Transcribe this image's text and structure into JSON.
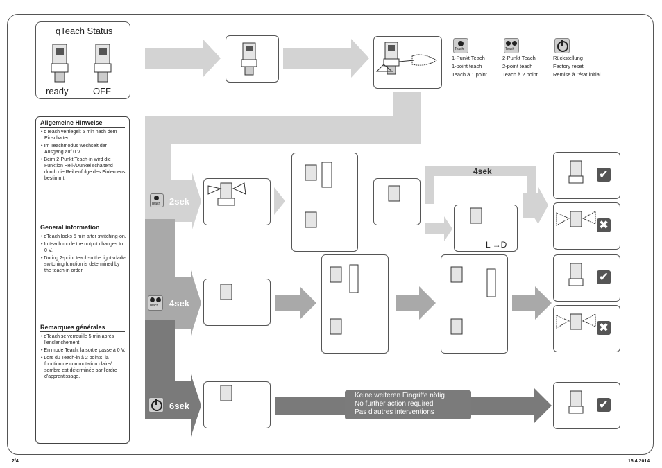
{
  "status": {
    "title": "qTeach Status",
    "ready": "ready",
    "off": "OFF"
  },
  "legend": {
    "one_point": {
      "icon": "teach-button-one-dot-icon",
      "icon_label": "Teach",
      "de": "1-Punkt Teach",
      "en": "1-point teach",
      "fr": "Teach à 1 point"
    },
    "two_point": {
      "icon": "teach-button-two-dots-icon",
      "icon_label": "Teach",
      "de": "2-Punkt Teach",
      "en": "2-point teach",
      "fr": "Teach à 2 point"
    },
    "reset": {
      "icon": "power-reset-icon",
      "de": "Rückstellung",
      "en": "Factory reset",
      "fr": "Remise à l'état initial"
    }
  },
  "info": {
    "de": {
      "title": "Allgemeine Hinweise",
      "items": [
        "qTeach verriegelt 5 min nach dem Einschalten.",
        "Im Teachmodus wechselt der Ausgang auf 0 V.",
        "Beim 2-Punkt Teach-in wird die Funktion Hell-/Dunkel schaltend durch die Reihenfolge des Einlernens bestimmt."
      ]
    },
    "en": {
      "title": "General information",
      "items": [
        "qTeach locks 5 min after switching-on.",
        "In teach mode the output changes to 0 V.",
        "During 2-point teach-in the light-/dark-switching function is determined by the teach-in order."
      ]
    },
    "fr": {
      "title": "Remarques générales",
      "items": [
        "qTeach se verrouille 5 min après l'enclenchement.",
        "En mode Teach, la sortie passe à 0 V.",
        "Lors du Teach-in à 2 points, la fonction de commutation claire/ sombre est déterminée par l'ordre d'apprentissage."
      ]
    }
  },
  "steps": {
    "s2": {
      "label": "2sek",
      "icon_label": "Teach"
    },
    "s4": {
      "label": "4sek",
      "icon_label": "Teach"
    },
    "s6": {
      "label": "6sek"
    },
    "loop": "4sek",
    "ld": "L →D"
  },
  "banner": {
    "de": "Keine weiteren Eingriffe nötig",
    "en": "No further action required",
    "fr": "Pas d'autres interventions"
  },
  "results": [
    "check",
    "cross",
    "check",
    "cross",
    "check"
  ],
  "footer": {
    "page": "2/4",
    "date": "16.4.2014"
  },
  "colors": {
    "arrow_light": "#d3d3d3",
    "arrow_mid": "#a9a9a9",
    "arrow_dark": "#7a7a7a",
    "check_bg": "#555555"
  }
}
